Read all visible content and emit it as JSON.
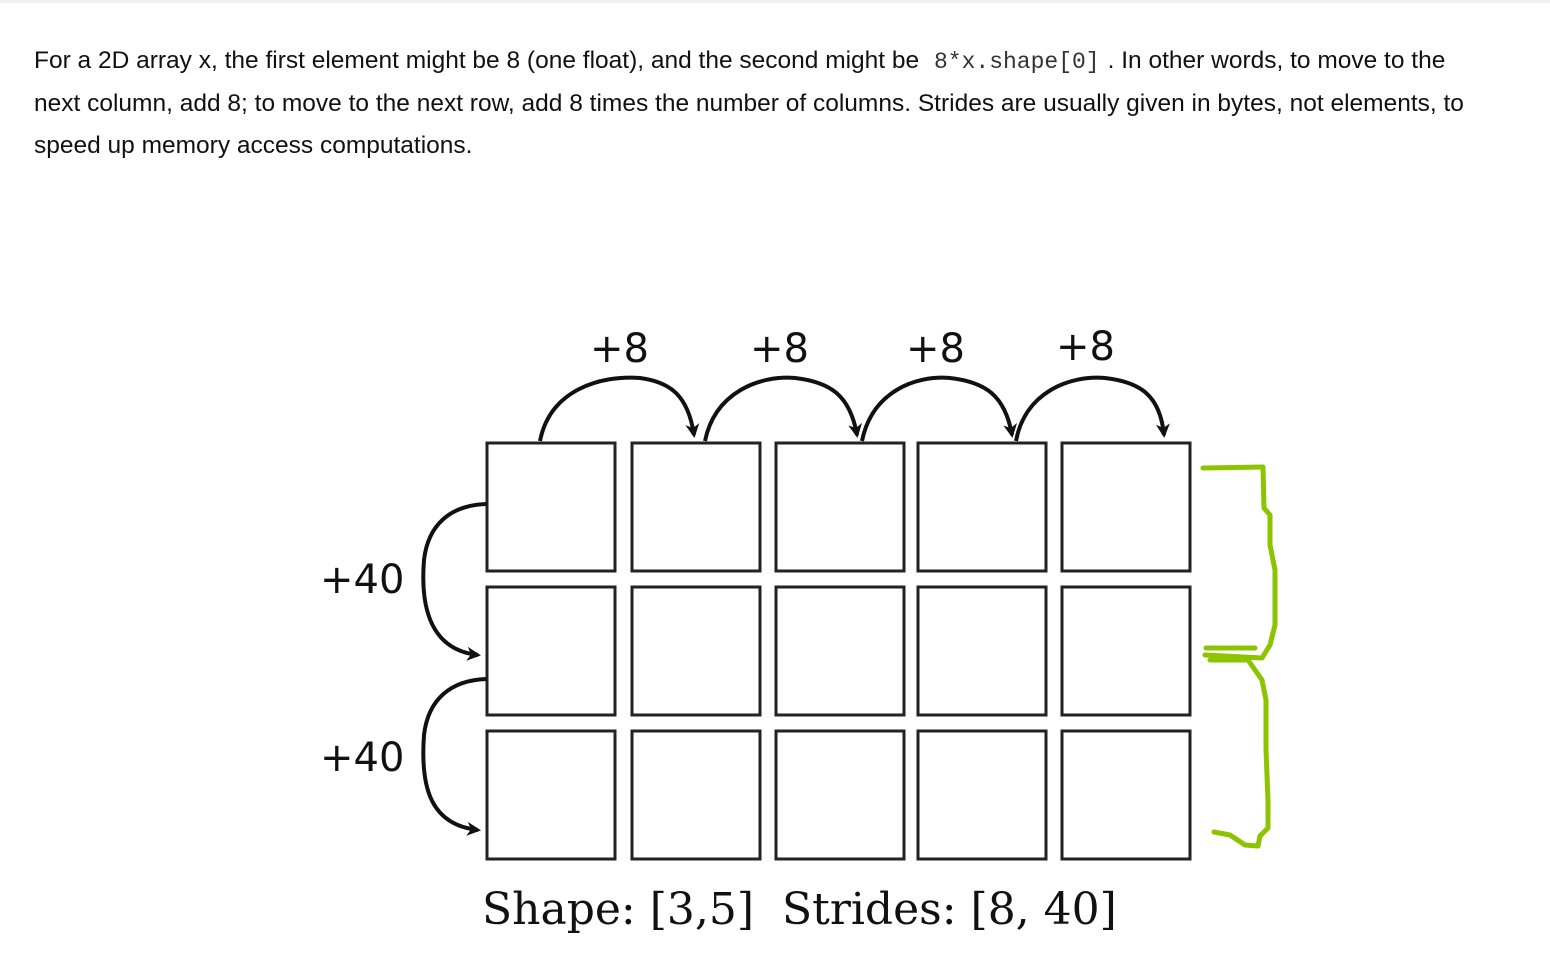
{
  "paragraph": {
    "part1": "For a 2D array x, the first element might be 8 (one float), and the second might be ",
    "code": "8*x.shape[0]",
    "part2": ". In other words, to move to the next column, add 8; to move to the next row, add 8 times the number of columns. Strides are usually given in bytes, not elements, to speed up memory access computations."
  },
  "diagram": {
    "rows": 3,
    "cols": 5,
    "column_step_label": "+8",
    "row_step_label": "+40",
    "shape_caption": "Shape: [3,5]",
    "strides_caption": "Strides: [8, 40]",
    "annotation_color": "#8cc400"
  }
}
